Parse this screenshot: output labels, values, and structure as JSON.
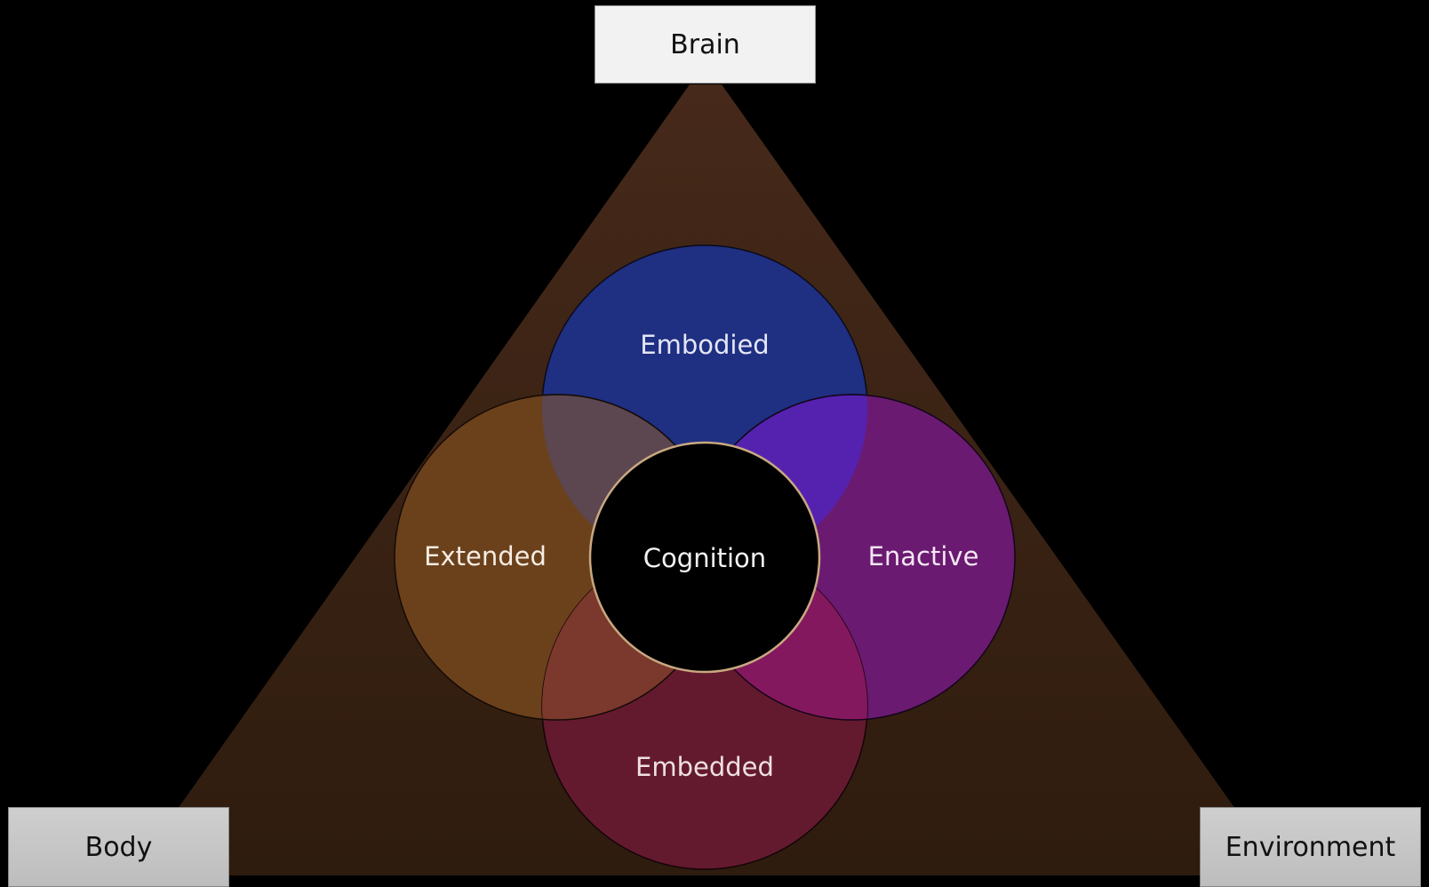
{
  "vertices": {
    "top": "Brain",
    "bottom_left": "Body",
    "bottom_right": "Environment"
  },
  "circles": {
    "top": "Embodied",
    "left": "Extended",
    "right": "Enactive",
    "bottom": "Embedded",
    "center": "Cognition"
  },
  "colors": {
    "background": "#000000",
    "triangle_top": "#45291a",
    "triangle_bottom": "#2e1c0e",
    "embodied": "#1f2f82",
    "extended": "#6b411c",
    "enactive": "#6a1a70",
    "embedded": "#641a2e",
    "overlap_embodied_extended": "#5c4650",
    "overlap_embodied_enactive": "#5522b0",
    "overlap_extended_embedded": "#7b382c",
    "overlap_enactive_embedded": "#84185e",
    "cognition": "#000000",
    "cognition_ring": "#c8a880"
  }
}
